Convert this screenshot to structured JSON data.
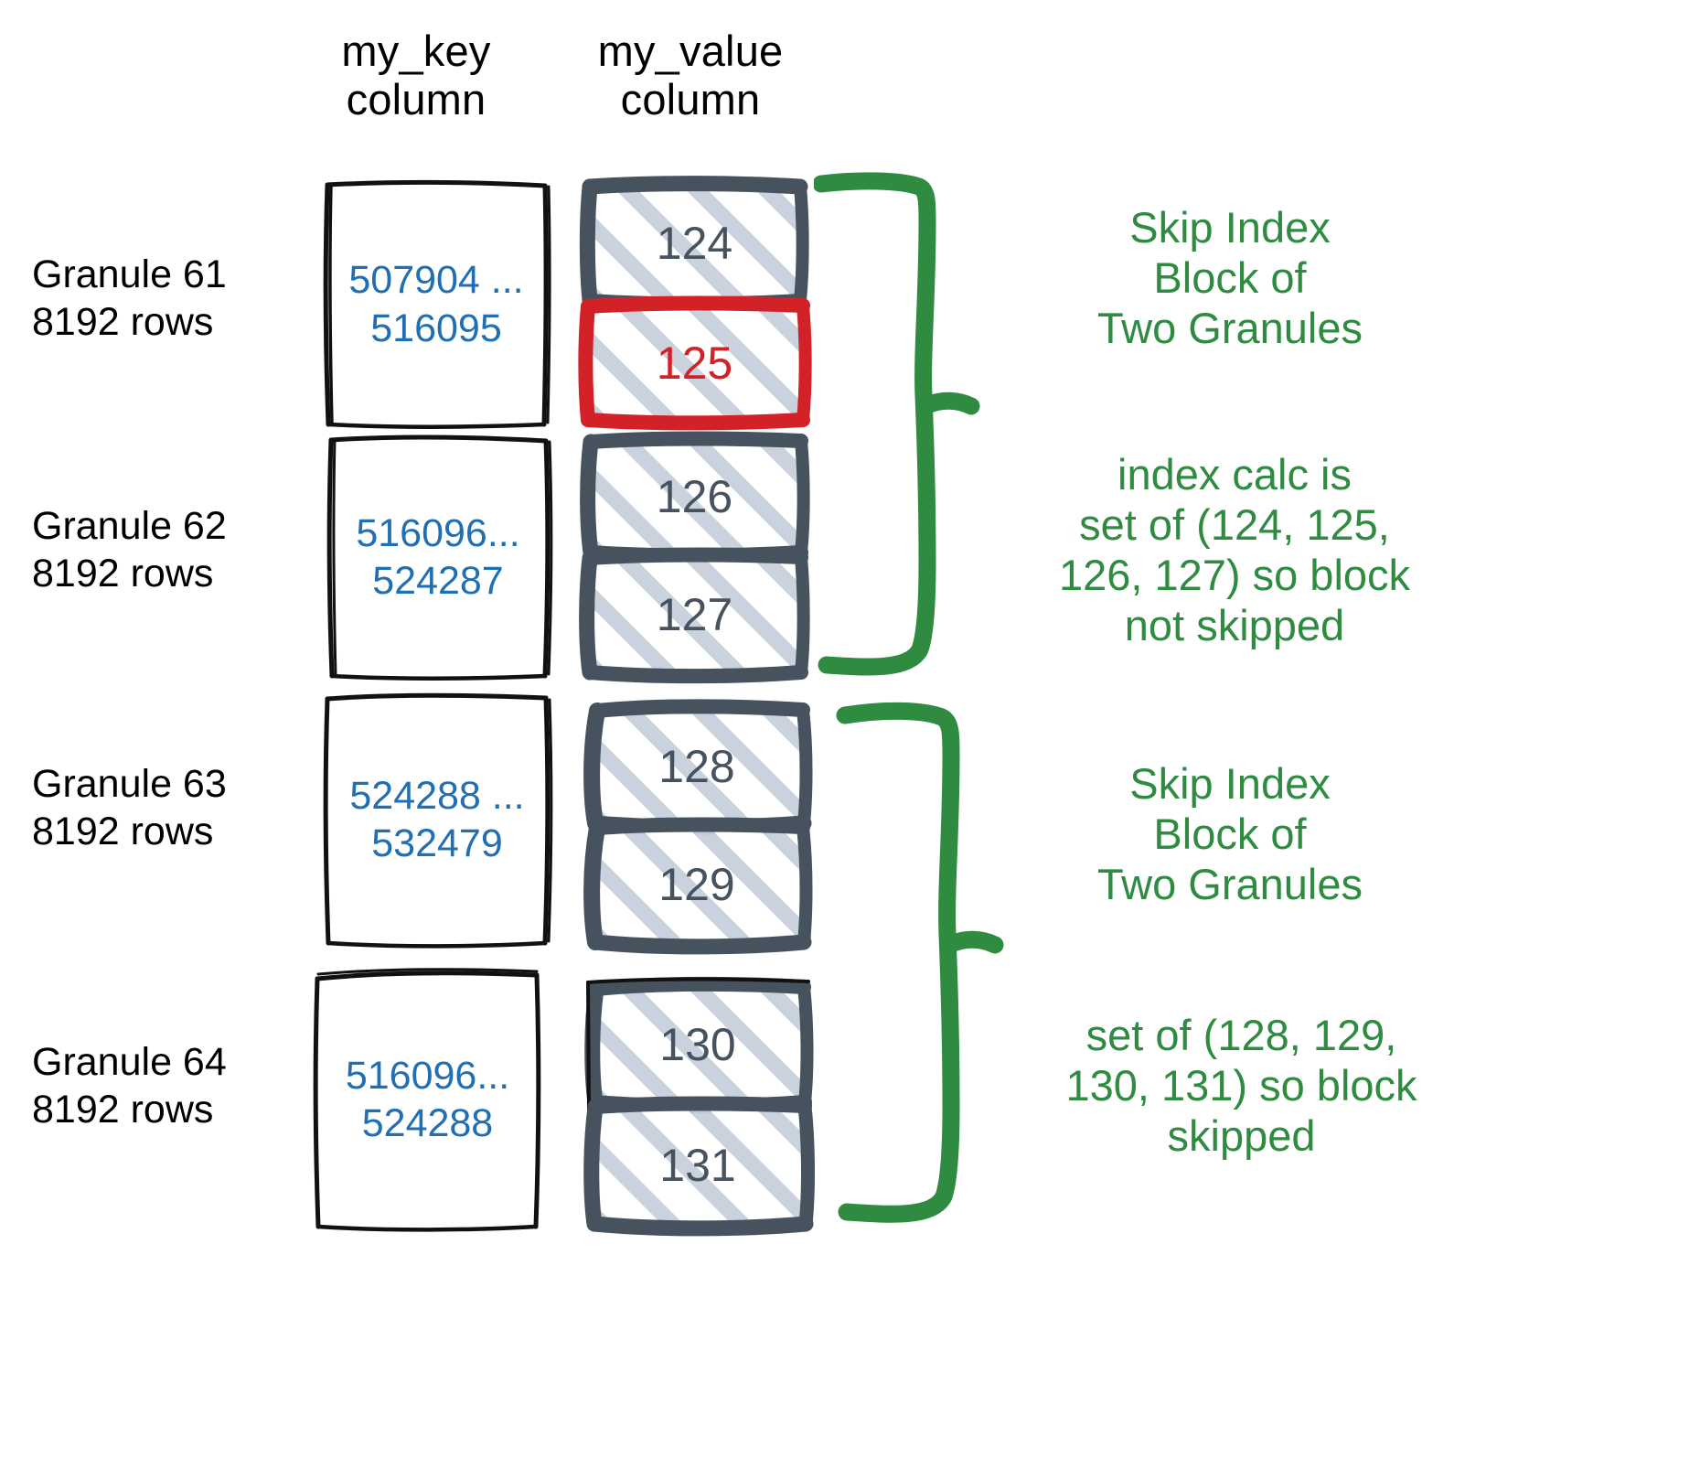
{
  "columns": [
    {
      "id": "my_key",
      "line1": "my_key",
      "line2": "column"
    },
    {
      "id": "my_value",
      "line1": "my_value",
      "line2": "column"
    }
  ],
  "granules": [
    {
      "id": 61,
      "label": "Granule 61\n8192 rows",
      "key_range": "507904 ...\n516095",
      "values": [
        {
          "value": "124",
          "highlighted": false
        },
        {
          "value": "125",
          "highlighted": true
        }
      ]
    },
    {
      "id": 62,
      "label": "Granule 62\n8192 rows",
      "key_range": "516096...\n524287",
      "values": [
        {
          "value": "126",
          "highlighted": false
        },
        {
          "value": "127",
          "highlighted": false
        }
      ]
    },
    {
      "id": 63,
      "label": "Granule 63\n8192 rows",
      "key_range": "524288 ...\n532479",
      "values": [
        {
          "value": "128",
          "highlighted": false
        },
        {
          "value": "129",
          "highlighted": false
        }
      ]
    },
    {
      "id": 64,
      "label": "Granule 64\n8192 rows",
      "key_range": "516096...\n524288",
      "values": [
        {
          "value": "130",
          "highlighted": false
        },
        {
          "value": "131",
          "highlighted": false
        }
      ]
    }
  ],
  "annotations": [
    {
      "id": "block-a-title",
      "text": "Skip Index\nBlock of\nTwo Granules"
    },
    {
      "id": "block-a-detail",
      "text": "index calc is\nset of (124, 125,\n126, 127) so block\nnot skipped"
    },
    {
      "id": "block-b-title",
      "text": "Skip Index\nBlock of\nTwo Granules"
    },
    {
      "id": "block-b-detail",
      "text": "set of (128, 129,\n130, 131) so block\nskipped"
    }
  ],
  "colors": {
    "key_text": "#1F6FB2",
    "value_text": "#46525E",
    "highlight": "#D32128",
    "annotation": "#2E8B40",
    "value_border": "#46525E",
    "hatch": "#C6D0DB",
    "key_border": "#111111"
  }
}
